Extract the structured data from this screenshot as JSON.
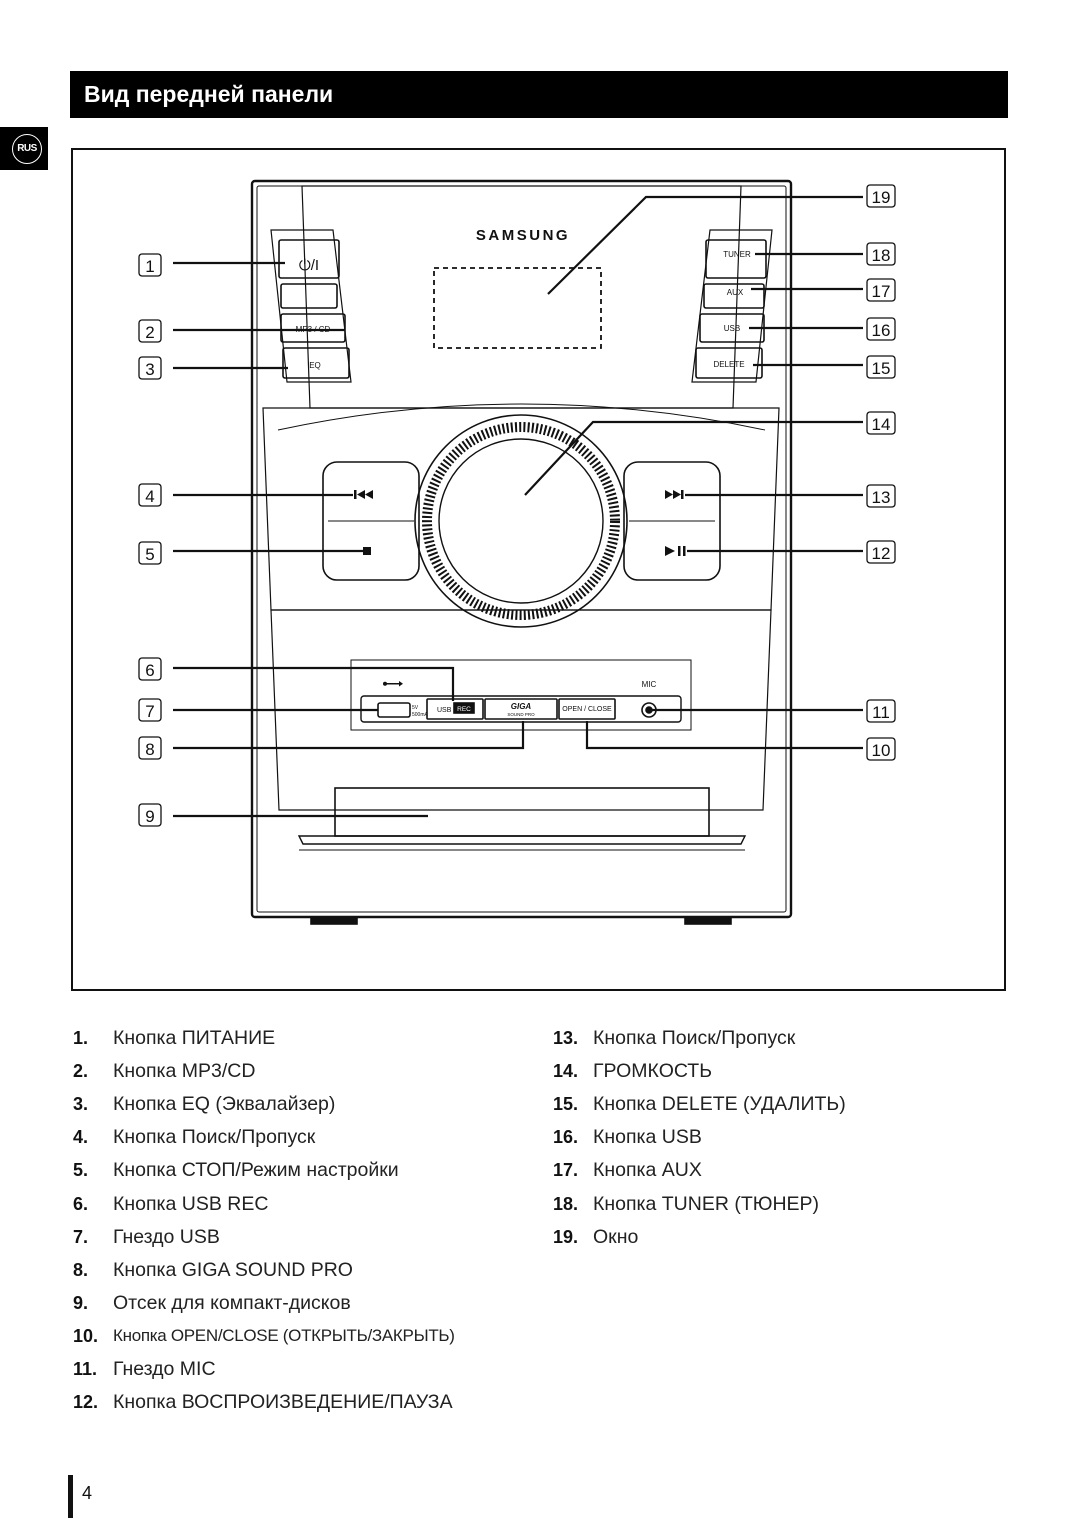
{
  "side_badge": "RUS",
  "title": "Вид передней панели",
  "device": {
    "brand": "SAMSUNG",
    "buttons": {
      "power": "⏻/I",
      "mp3cd": "MP3 / CD",
      "eq": "EQ",
      "tuner": "TUNER",
      "aux": "AUX",
      "usb": "USB",
      "delete": "DELETE",
      "usb_port_label": "USB",
      "rec": "REC",
      "giga": "GIGA",
      "giga_sub": "SOUND PRO",
      "open_close": "OPEN / CLOSE",
      "mic": "MIC",
      "usb_spec_1": "5V",
      "usb_spec_2": "500mA"
    }
  },
  "callouts": [
    "1",
    "2",
    "3",
    "4",
    "5",
    "6",
    "7",
    "8",
    "9",
    "10",
    "11",
    "12",
    "13",
    "14",
    "15",
    "16",
    "17",
    "18",
    "19"
  ],
  "legend_left": [
    {
      "num": "1.",
      "text": "Кнопка ПИТАНИЕ"
    },
    {
      "num": "2.",
      "text": "Кнопка MP3/CD"
    },
    {
      "num": "3.",
      "text": "Кнопка EQ (Эквалайзер)"
    },
    {
      "num": "4.",
      "text": "Кнопка Поиск/Пропуск"
    },
    {
      "num": "5.",
      "text": "Кнопка СТОП/Режим настройки"
    },
    {
      "num": "6.",
      "text": "Кнопка USB REC"
    },
    {
      "num": "7.",
      "text": "Гнездо USB"
    },
    {
      "num": "8.",
      "text": "Кнопка GIGA SOUND PRO"
    },
    {
      "num": "9.",
      "text": "Отсек для компакт-дисков"
    },
    {
      "num": "10.",
      "text": "Кнопка OPEN/CLOSE (ОТКРЫТЬ/ЗАКРЫТЬ)"
    },
    {
      "num": "11.",
      "text": "Гнездо MIC"
    },
    {
      "num": "12.",
      "text": "Кнопка ВОСПРОИЗВЕДЕНИЕ/ПАУЗА"
    }
  ],
  "legend_right": [
    {
      "num": "13.",
      "text": "Кнопка Поиск/Пропуск"
    },
    {
      "num": "14.",
      "text": "ГРОМКОСТЬ"
    },
    {
      "num": "15.",
      "text": "Кнопка DELETE (УДАЛИТЬ)"
    },
    {
      "num": "16.",
      "text": "Кнопка USB"
    },
    {
      "num": "17.",
      "text": "Кнопка AUX"
    },
    {
      "num": "18.",
      "text": "Кнопка TUNER (ТЮНЕР)"
    },
    {
      "num": "19.",
      "text": "Окно"
    }
  ],
  "page_number": "4"
}
